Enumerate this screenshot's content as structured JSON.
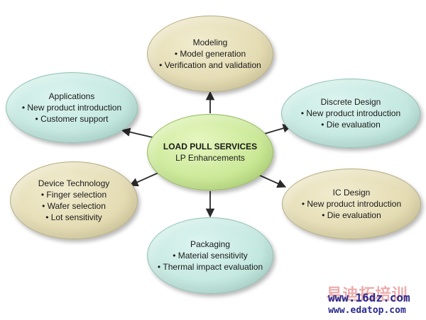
{
  "center": {
    "line1": "LOAD PULL SERVICES",
    "line2": "LP Enhancements"
  },
  "nodes": {
    "modeling": {
      "title": "Modeling",
      "items": [
        "Model generation",
        "Verification and validation"
      ]
    },
    "applications": {
      "title": "Applications",
      "items": [
        "New product introduction",
        "Customer support"
      ]
    },
    "discrete_design": {
      "title": "Discrete Design",
      "items": [
        "New product introduction",
        "Die evaluation"
      ]
    },
    "device_technology": {
      "title": "Device Technology",
      "items": [
        "Finger selection",
        "Wafer selection",
        "Lot sensitivity"
      ]
    },
    "ic_design": {
      "title": "IC Design",
      "items": [
        "New product introduction",
        "Die evaluation"
      ]
    },
    "packaging": {
      "title": "Packaging",
      "items": [
        "Material sensitivity",
        "Thermal impact evaluation"
      ]
    }
  },
  "watermark": {
    "chinese": "易迪拓培训",
    "url1": "www.16dz.com",
    "url2": "www.edatop.com"
  },
  "colors": {
    "tan": "#e2d9ae",
    "teal": "#bfe6dd",
    "green": "#c5e68e",
    "arrow": "#2a2a2a"
  }
}
